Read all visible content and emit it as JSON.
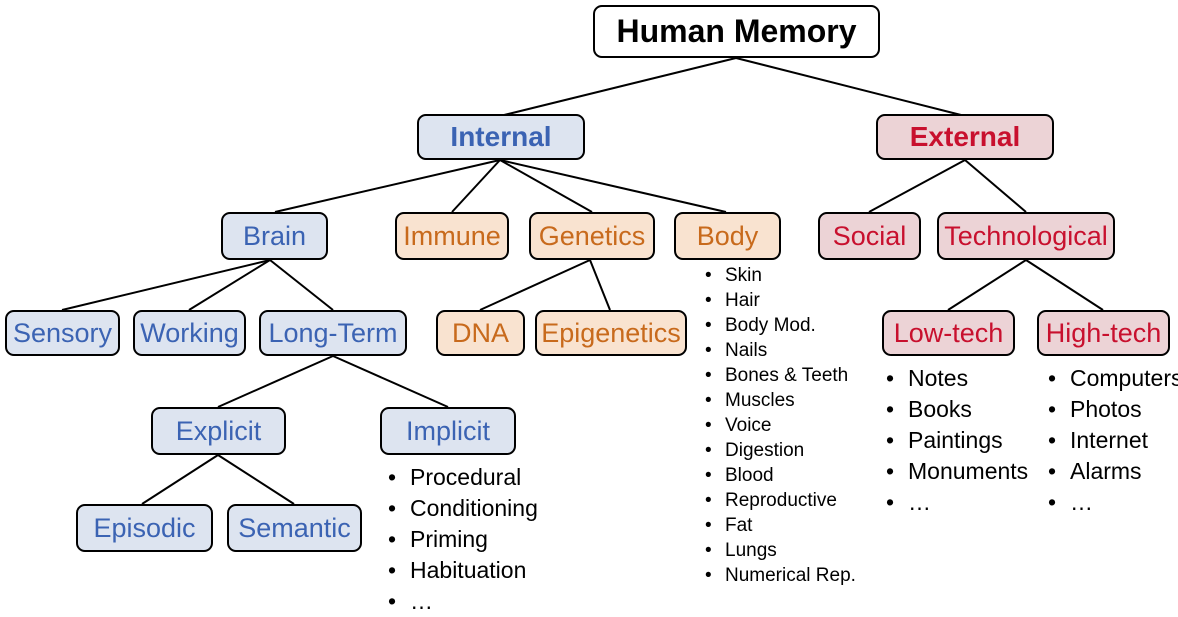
{
  "root": {
    "label": "Human Memory"
  },
  "internal": {
    "label": "Internal",
    "brain": {
      "label": "Brain",
      "sensory": "Sensory",
      "working": "Working",
      "long_term": {
        "label": "Long-Term",
        "explicit": {
          "label": "Explicit",
          "episodic": "Episodic",
          "semantic": "Semantic"
        },
        "implicit": {
          "label": "Implicit",
          "items": [
            "Procedural",
            "Conditioning",
            "Priming",
            "Habituation",
            "…"
          ]
        }
      }
    },
    "immune": "Immune",
    "genetics": {
      "label": "Genetics",
      "dna": "DNA",
      "epigenetics": "Epigenetics"
    },
    "body": {
      "label": "Body",
      "items": [
        "Skin",
        "Hair",
        "Body Mod.",
        "Nails",
        "Bones & Teeth",
        "Muscles",
        "Voice",
        "Digestion",
        "Blood",
        "Reproductive",
        "Fat",
        "Lungs",
        "Numerical Rep."
      ]
    }
  },
  "external": {
    "label": "External",
    "social": "Social",
    "technological": {
      "label": "Technological",
      "low_tech": {
        "label": "Low-tech",
        "items": [
          "Notes",
          "Books",
          "Paintings",
          "Monuments",
          "…"
        ]
      },
      "high_tech": {
        "label": "High-tech",
        "items": [
          "Computers",
          "Photos",
          "Internet",
          "Alarms",
          "…"
        ]
      }
    }
  },
  "colors": {
    "internal_fill": "#dde4f0",
    "internal_text": "#3b63b3",
    "biological_fill": "#f9e3d0",
    "biological_text": "#c86a1c",
    "external_fill": "#ecd3d6",
    "external_text": "#c8102e"
  }
}
